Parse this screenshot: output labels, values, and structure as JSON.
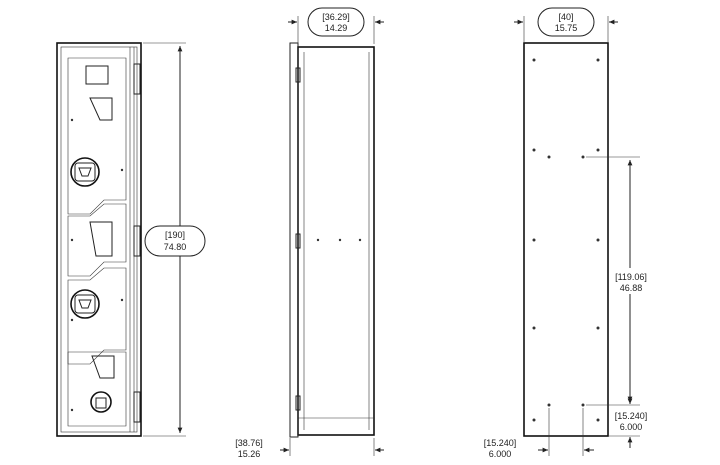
{
  "views": {
    "front": {
      "name": "front-view"
    },
    "side": {
      "name": "side-view"
    },
    "back": {
      "name": "back-view"
    }
  },
  "dimensions": {
    "height": {
      "metric": "[190]",
      "imperial": "74.80"
    },
    "side_depth": {
      "metric": "[36.29]",
      "imperial": "14.29"
    },
    "side_overall": {
      "metric": "[38.76]",
      "imperial": "15.26"
    },
    "back_width": {
      "metric": "[40]",
      "imperial": "15.75"
    },
    "hole_spacing_vertical": {
      "metric": "[119.06]",
      "imperial": "46.88"
    },
    "hole_offset_bottom": {
      "metric": "[15.240]",
      "imperial": "6.000"
    },
    "hole_offset_side": {
      "metric": "[15.240]",
      "imperial": "6.000"
    }
  },
  "colors": {
    "line": "#222222",
    "background": "#ffffff"
  }
}
